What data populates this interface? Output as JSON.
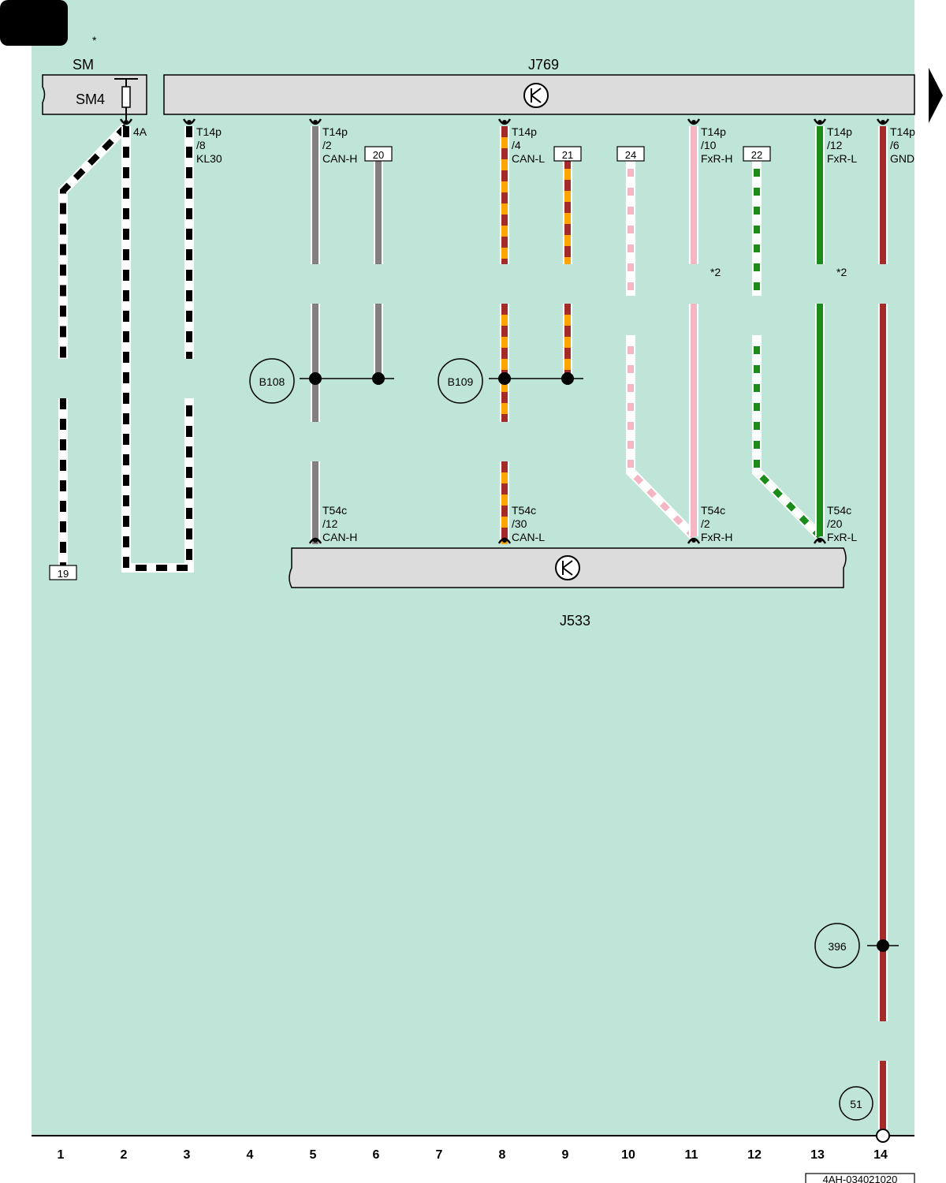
{
  "colors": {
    "background": "#bfe5d8",
    "module_fill": "#dcdcdc",
    "black": "#000000",
    "white": "#ffffff",
    "grey": "#808080",
    "orange": "#ffa500",
    "dark_red": "#a52a2a",
    "pink": "#f4b6c2",
    "green": "#1a8c1a"
  },
  "top_note": "*",
  "modules": {
    "sm_group": "SM",
    "sm_fuse": "SM4",
    "j769": "J769",
    "j533": "J533"
  },
  "fuse_terminal": "4A",
  "top_pins": [
    {
      "name": "T14p",
      "pin": "/8",
      "signal": "KL30"
    },
    {
      "name": "T14p",
      "pin": "/2",
      "signal": "CAN-H"
    },
    {
      "name": "T14p",
      "pin": "/4",
      "signal": "CAN-L"
    },
    {
      "name": "T14p",
      "pin": "/10",
      "signal": "FxR-H"
    },
    {
      "name": "T14p",
      "pin": "/12",
      "signal": "FxR-L"
    },
    {
      "name": "T14p",
      "pin": "/6",
      "signal": "GND"
    }
  ],
  "bottom_pins": [
    {
      "name": "T54c",
      "pin": "/12",
      "signal": "CAN-H"
    },
    {
      "name": "T54c",
      "pin": "/30",
      "signal": "CAN-L"
    },
    {
      "name": "T54c",
      "pin": "/2",
      "signal": "FxR-H"
    },
    {
      "name": "T54c",
      "pin": "/20",
      "signal": "FxR-L"
    }
  ],
  "references": [
    "19",
    "20",
    "21",
    "24",
    "22"
  ],
  "notes": [
    "*2",
    "*2"
  ],
  "junctions": [
    "B108",
    "B109",
    "396"
  ],
  "ground_point": "51",
  "columns": [
    "1",
    "2",
    "3",
    "4",
    "5",
    "6",
    "7",
    "8",
    "9",
    "10",
    "11",
    "12",
    "13",
    "14"
  ],
  "doc_code": "4AH-034021020"
}
